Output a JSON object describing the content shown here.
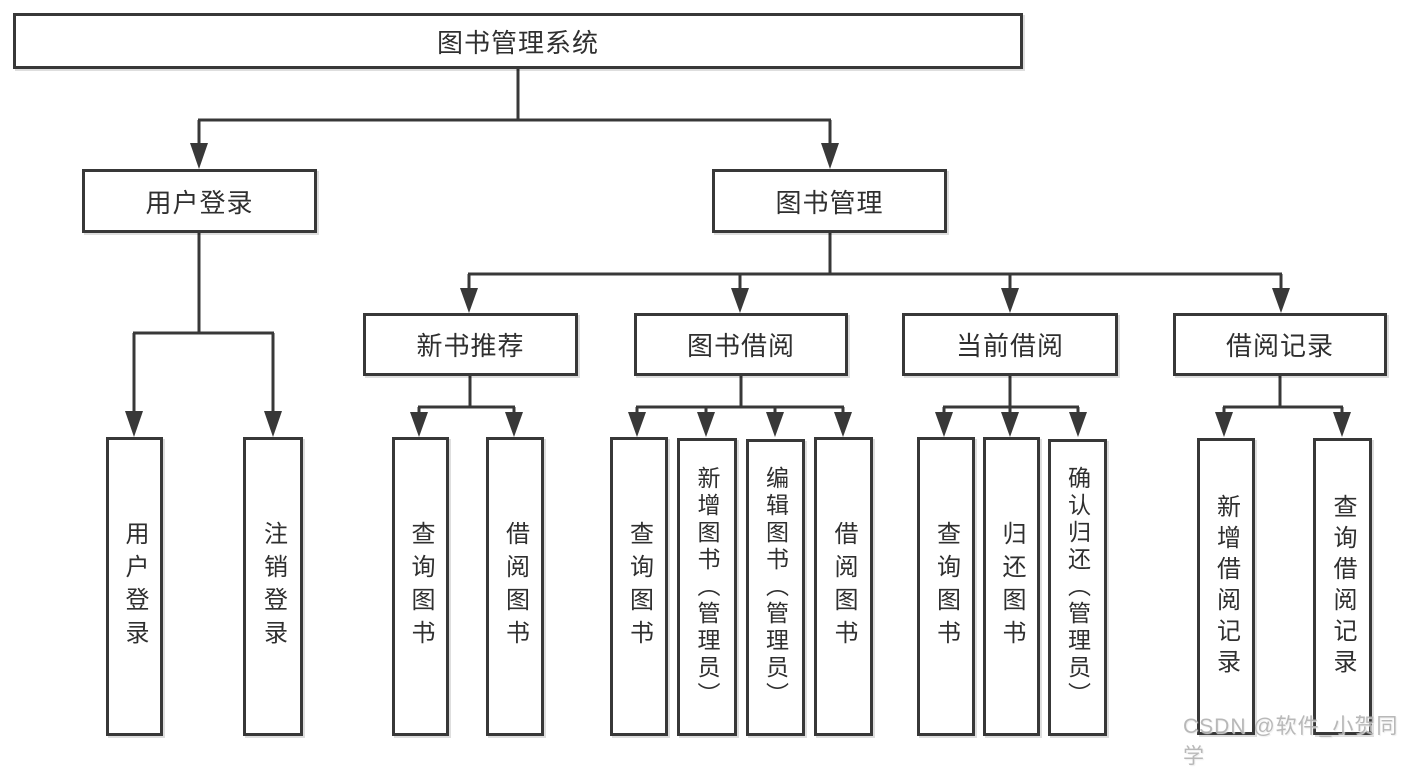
{
  "diagram_title": "图书管理系统",
  "colors": {
    "line": "#383838",
    "box_border": "#383838",
    "box_fill": "#ffffff",
    "text": "#2f2f2f",
    "watermark_text": "#b3b3b3"
  },
  "nodes": {
    "root": "图书管理系统",
    "user_login": "用户登录",
    "book_management": "图书管理",
    "new_book_recommend": "新书推荐",
    "book_borrowing": "图书借阅",
    "current_borrowing": "当前借阅",
    "borrowing_records": "借阅记录",
    "leaf_user_login": "用户登录",
    "leaf_logout_login": "注销登录",
    "leaf_query_books_recommend": "查询图书",
    "leaf_borrow_books_recommend": "借阅图书",
    "leaf_query_books_borrowing": "查询图书",
    "leaf_add_book_admin": "新增图书（管理员）",
    "leaf_edit_book_admin": "编辑图书（管理员）",
    "leaf_borrow_books_borrowing": "借阅图书",
    "leaf_query_books_current": "查询图书",
    "leaf_return_books": "归还图书",
    "leaf_confirm_return_admin": "确认归还（管理员）",
    "leaf_add_borrow_record": "新增借阅记录",
    "leaf_query_borrow_record": "查询借阅记录"
  },
  "watermark": "CSDN @软件_小贺同学"
}
